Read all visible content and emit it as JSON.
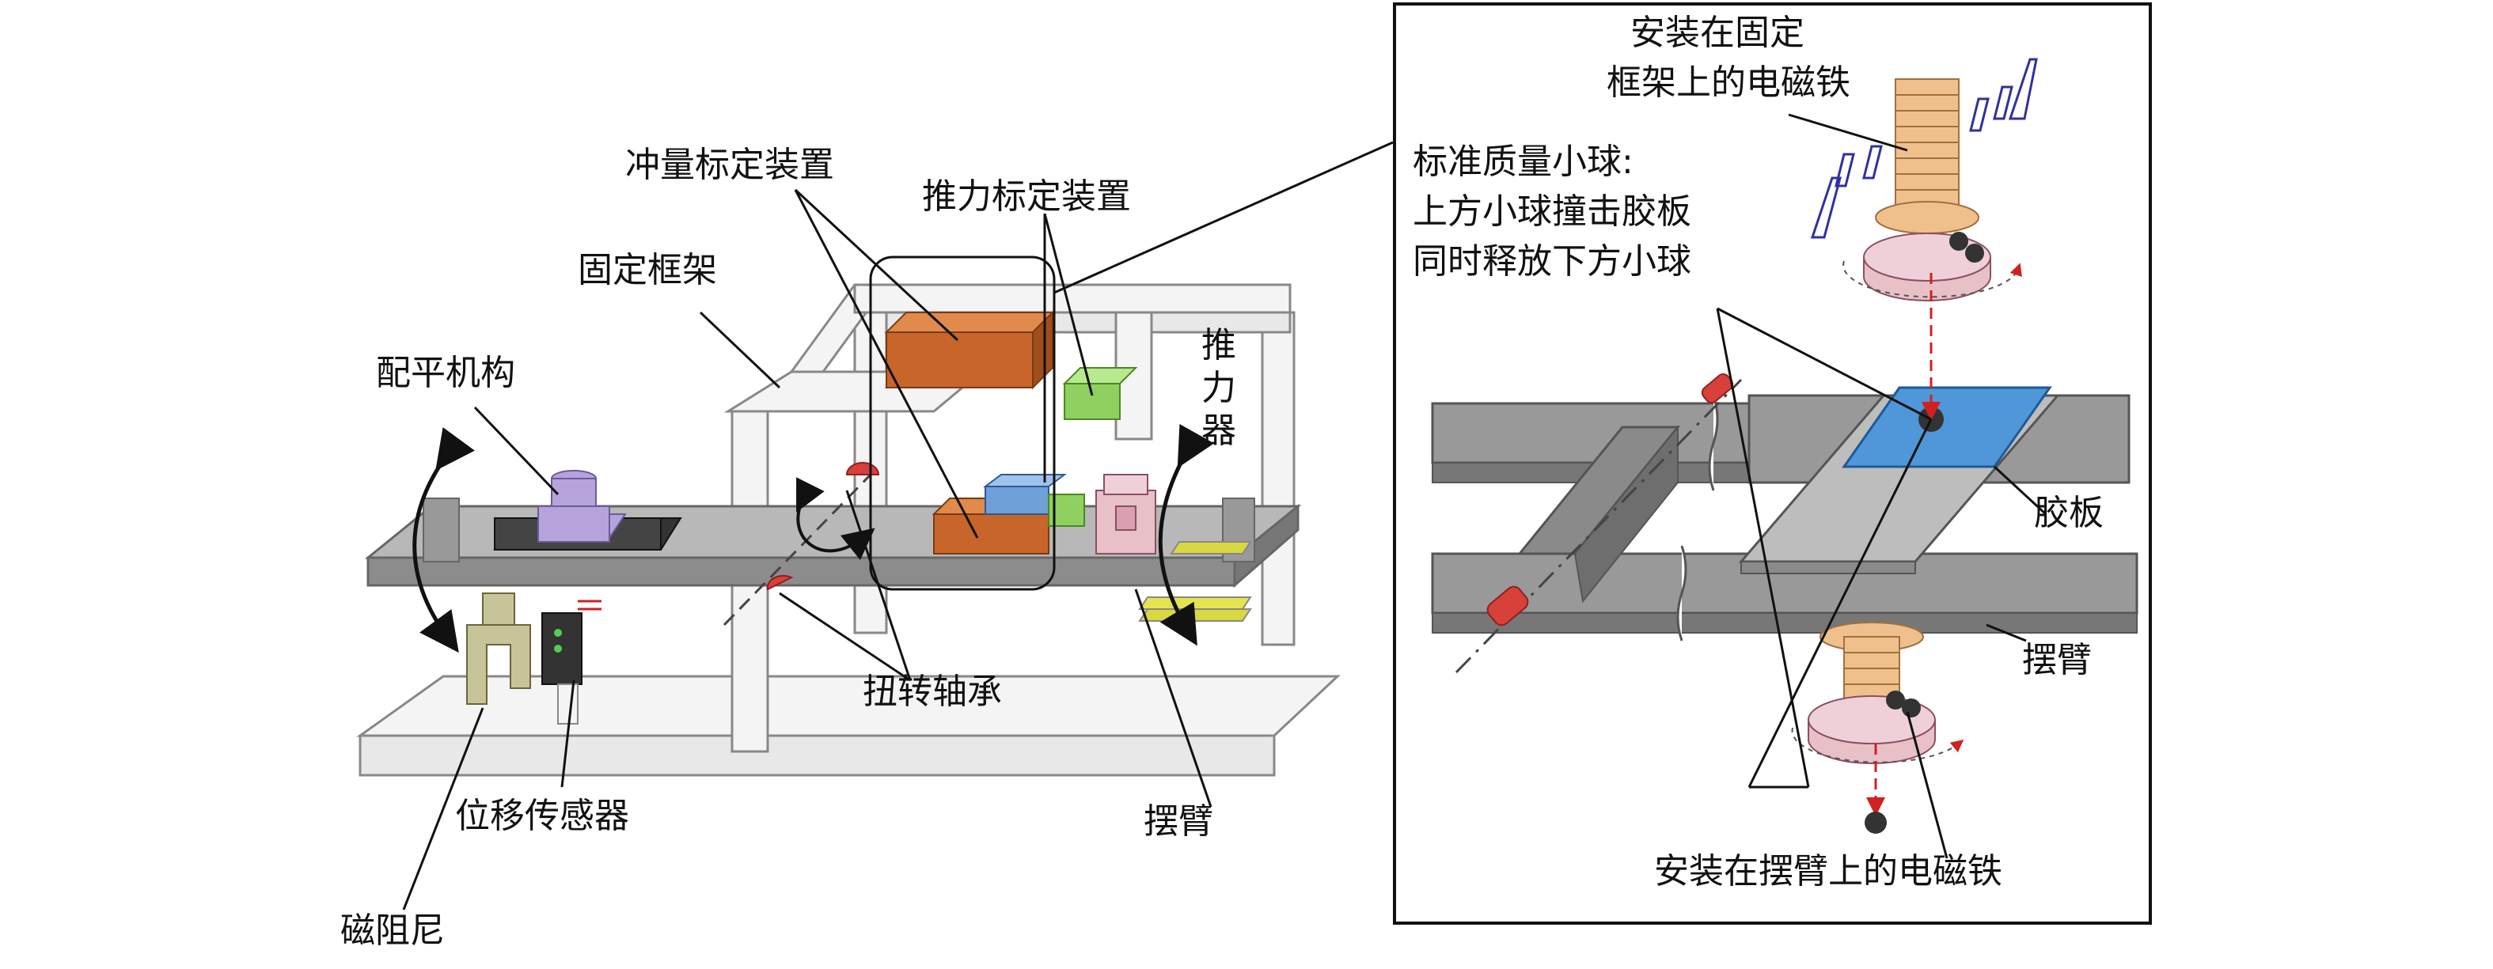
{
  "labels": {
    "impulse_calibration": "冲量标定装置",
    "thrust_calibration": "推力标定装置",
    "fixed_frame": "固定框架",
    "balance_mechanism": "配平机构",
    "thruster": [
      "推",
      "力",
      "器"
    ],
    "torsion_bearing": "扭转轴承",
    "displacement_sensor": "位移传感器",
    "magnetic_damper": "磁阻尼",
    "swing_arm_left": "摆臂",
    "inset_magnet_frame_line1": "安装在固定",
    "inset_magnet_frame_line2": "框架上的电磁铁",
    "inset_ball_line1": "标准质量小球:",
    "inset_ball_line2": "上方小球撞击胶板",
    "inset_ball_line3": "同时释放下方小球",
    "inset_rubber_plate": "胶板",
    "inset_swing_arm": "摆臂",
    "inset_magnet_arm": "安装在摆臂上的电磁铁"
  },
  "colors": {
    "frame_fill": "#f4f4f4",
    "frame_stroke": "#888888",
    "arm_fill": "#a8a8a8",
    "arm_dark": "#7c7c7c",
    "impulse_block": "#c8652a",
    "thrust_block": "#8fd060",
    "blue_block": "#6fa0d8",
    "balance_purple": "#b7a3dc",
    "thruster_pink": "#e8c0c8",
    "bearing_red": "#d8403a",
    "magnet_orange": "#f0c08c",
    "rubber_plate": "#4f97d8",
    "ball": "#333333",
    "sensor_dark": "#333333",
    "damper_olive": "#c8c49a",
    "yellow": "#d8d840"
  }
}
